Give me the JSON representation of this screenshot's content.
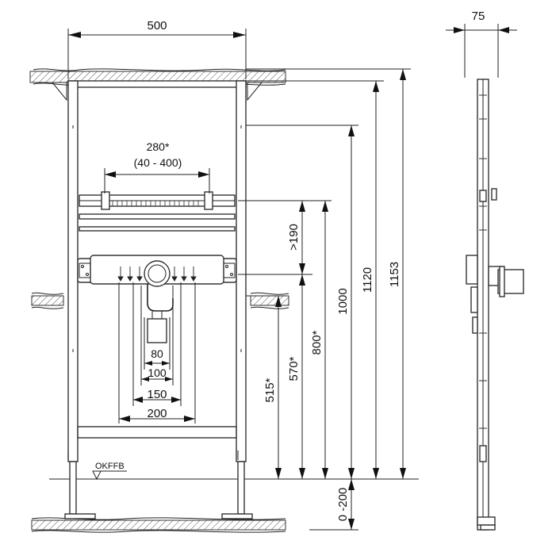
{
  "dimensions": {
    "width_500": "500",
    "depth_75": "75",
    "span_280": "280*",
    "span_280_range": "(40 - 400)",
    "height_190": ">190",
    "height_1000": "1000",
    "height_1120": "1120",
    "height_1153": "1153",
    "height_800": "800*",
    "height_570": "570*",
    "height_515": "515*",
    "adjust_0_200": "0 -200",
    "width_80": "80",
    "width_100": "100",
    "width_150": "150",
    "width_200": "200"
  },
  "labels": {
    "floor_level": "OKFFB"
  }
}
